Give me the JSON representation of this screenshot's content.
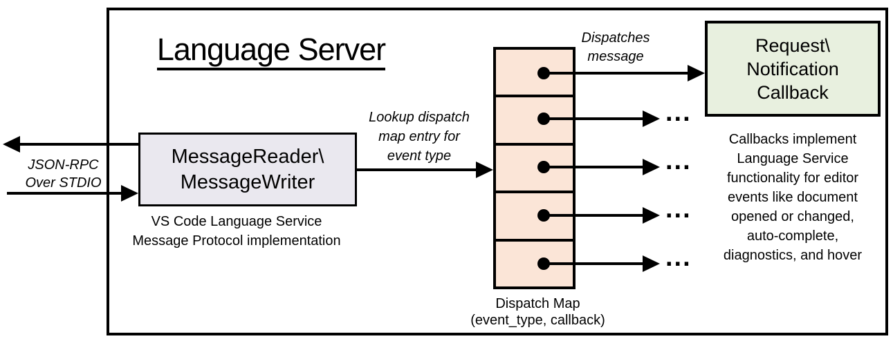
{
  "diagram": {
    "title": "Language Server",
    "io_label": "JSON-RPC\nOver STDIO",
    "reader_box_label": "MessageReader\\\nMessageWriter",
    "reader_caption": "VS Code Language Service\nMessage Protocol implementation",
    "lookup_label": "Lookup dispatch\nmap entry for\nevent type",
    "dispatch_label": "Dispatches\nmessage",
    "callback_box_label": "Request\\\nNotification\nCallback",
    "map_caption": "Dispatch Map\n(event_type, callback)",
    "callbacks_note": "Callbacks implement\nLanguage Service\nfunctionality for editor\nevents like document\nopened or changed,\nauto-complete,\ndiagnostics, and hover",
    "ellipsis": "..."
  },
  "colors": {
    "reader_fill": "#EAE8EF",
    "map_fill": "#FBE5D7",
    "callback_fill": "#E8F0DF",
    "line": "#000000"
  }
}
